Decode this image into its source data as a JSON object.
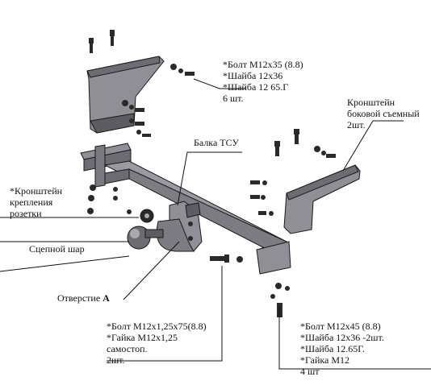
{
  "labels": {
    "bolts_top": [
      "*Болт M12x35 (8.8)",
      "*Шайба 12x36",
      "*Шайба 12 65.Г",
      "6 шт."
    ],
    "side_bracket": [
      "Кронштейн",
      "боковой съемный",
      "2шт."
    ],
    "beam": "Балка ТСУ",
    "socket_bracket": [
      "*Кронштейн",
      "крепления",
      "розетки"
    ],
    "ball": "Сцепной шар",
    "hole_prefix": "Отверстие ",
    "hole_letter": "А",
    "bolts_bottom_left": [
      "*Болт M12x1,25x75(8.8)",
      "*Гайка M12x1,25",
      "самостоп.",
      "2шт."
    ],
    "bolts_bottom_right": [
      "*Болт M12x45 (8.8)",
      "*Шайба 12x36 -2шт.",
      "*Шайба 12.65Г.",
      "*Гайка M12",
      "4 шт"
    ]
  },
  "colors": {
    "metal": "#8f8f95",
    "metal_dark": "#5c5c62",
    "outline": "#1a1a1a",
    "leader": "#111111"
  }
}
